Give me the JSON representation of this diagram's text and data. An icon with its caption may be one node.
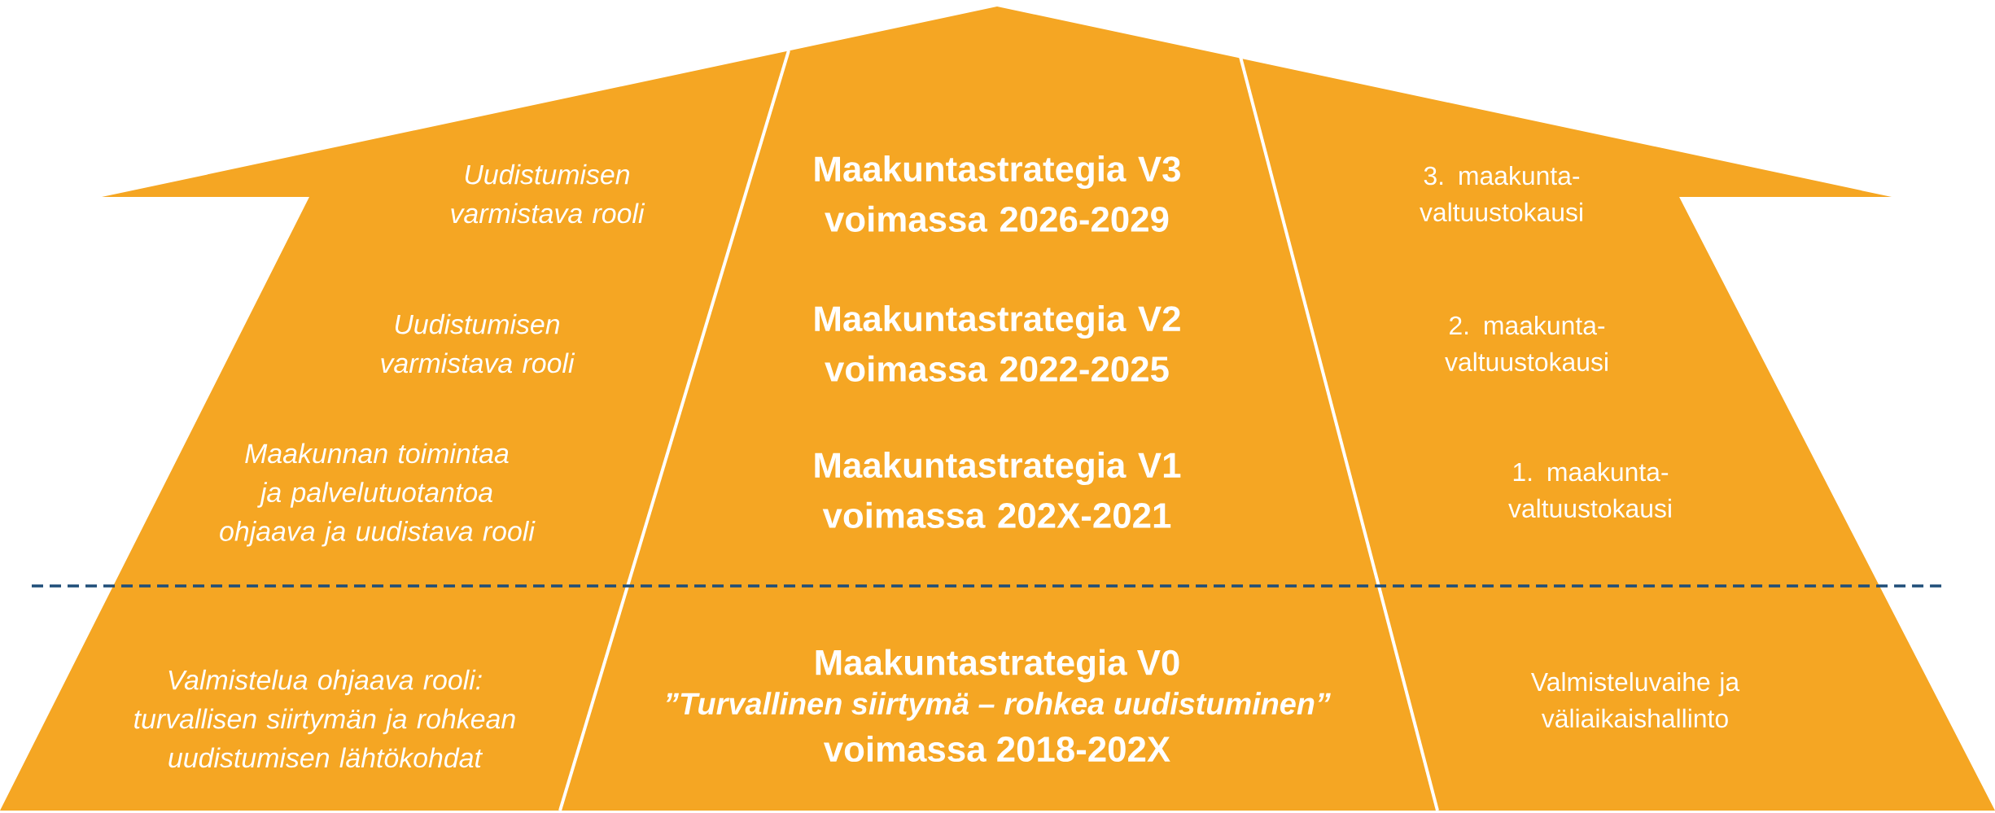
{
  "diagram": {
    "labels": [
      "Uudistumisen varmistava rooli",
      "Maakuntastrategia V3 voimassa 2026-2029",
      "3. maakunta- valtuustokausi",
      "Uudistumisen varmistava rooli",
      "Maakuntastrategia V2 voimassa 2022-2025",
      "2. maakunta- valtuustokausi",
      "Maakunnan toimintaa ja palvelutuotantoa ohjaava ja uudistava rooli",
      "Maakuntastrategia V1 voimassa 202X-2021",
      "1. maakunta- valtuustokausi",
      "Valmistelua ohjaava rooli: turvallisen siirtymän ja rohkean uudistumisen lähtökohdat",
      "Maakuntastrategia V0",
      "”Turvallinen siirtymä – rohkea uudistuminen”",
      "voimassa 2018-202X",
      "Valmisteluvaihe ja väliaikaishallinto"
    ]
  }
}
